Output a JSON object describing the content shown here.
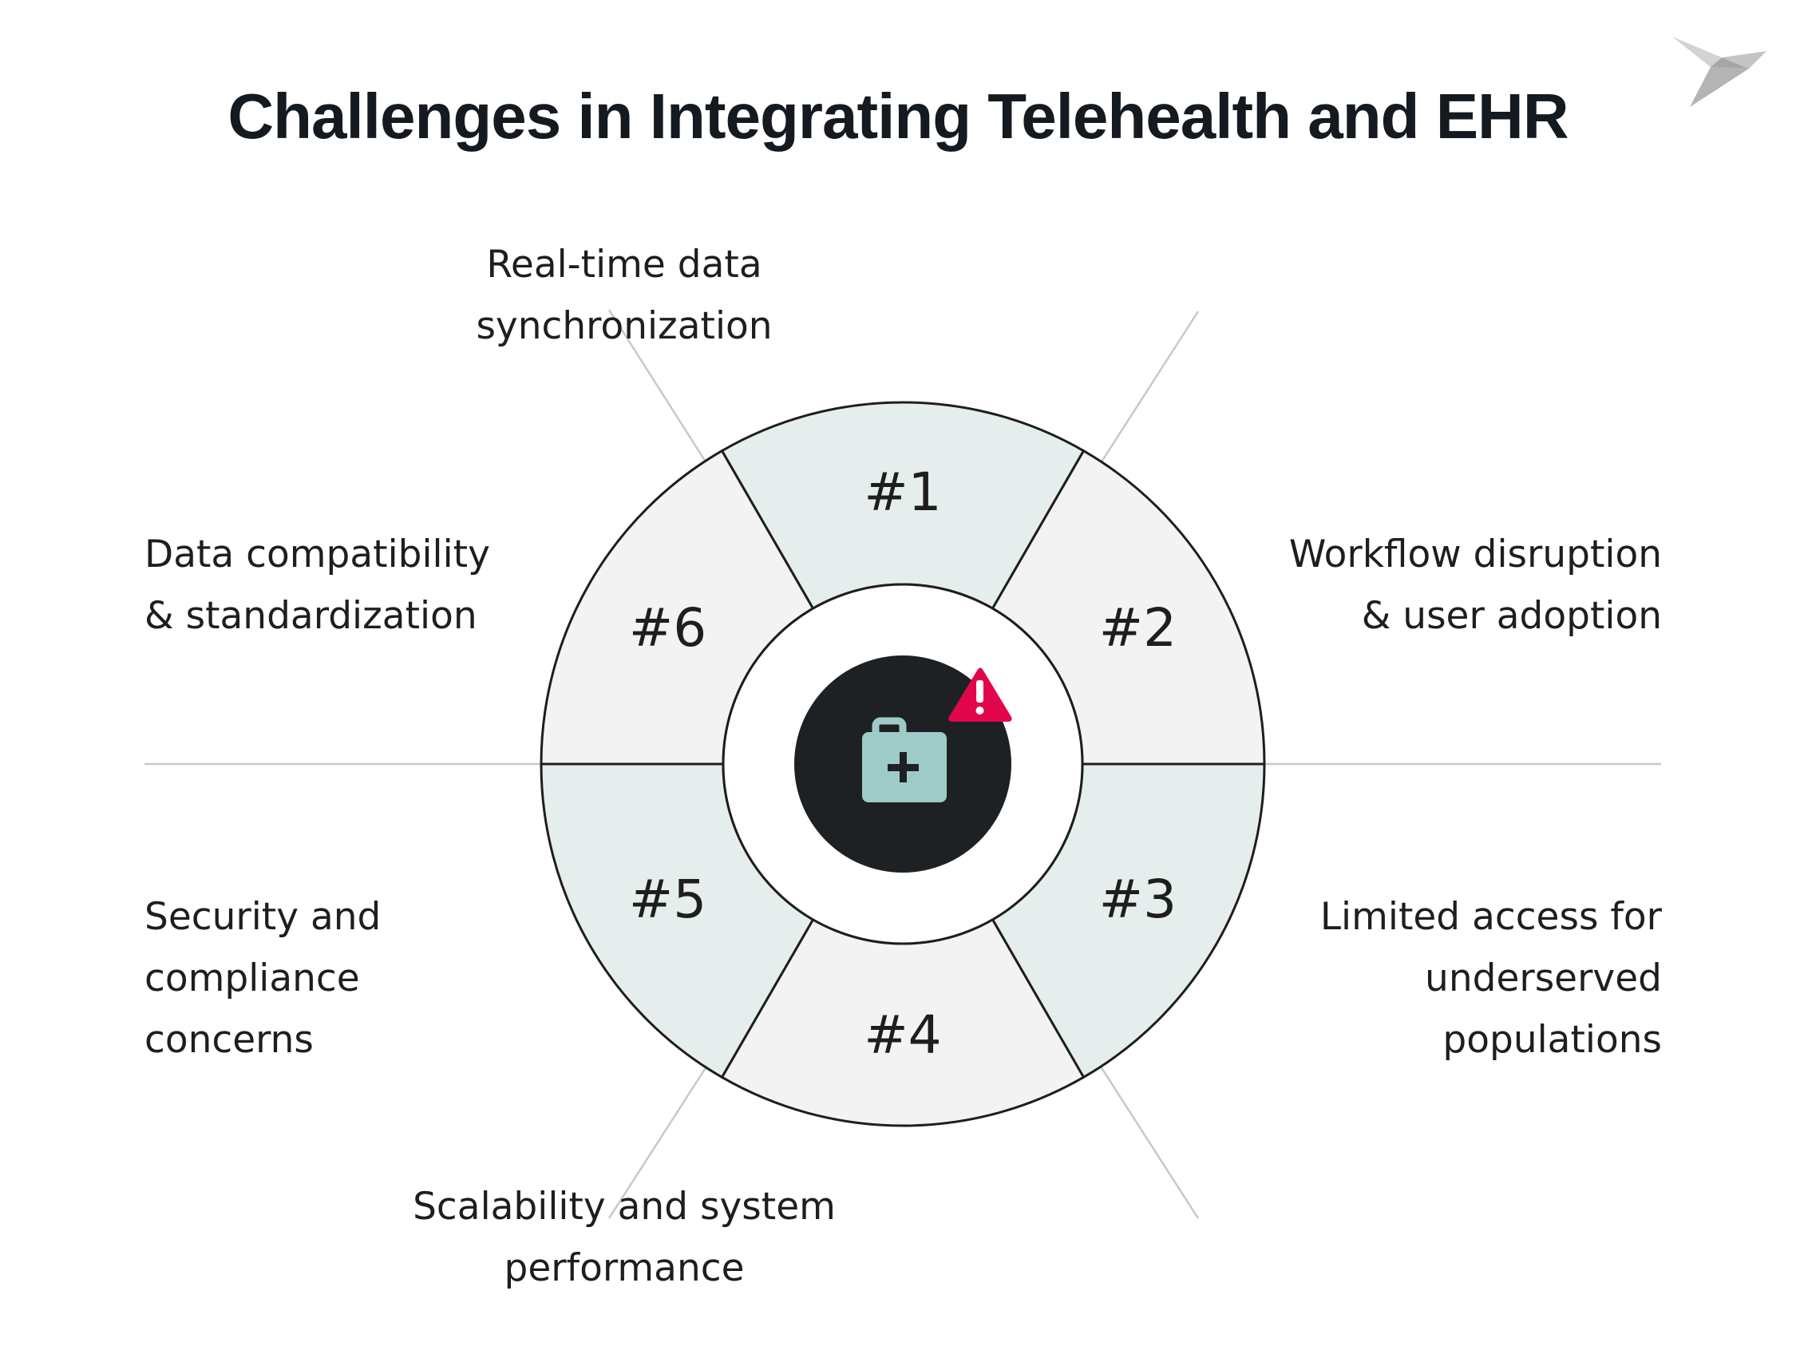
{
  "title": "Challenges in Integrating Telehealth and EHR",
  "colors": {
    "segment_teal": "#e5eeed",
    "segment_gray": "#f3f3f3",
    "outline": "#1e1e1e",
    "divider": "#c8c8c8",
    "center_fill": "#1e2124",
    "kit_icon": "#9ecbc8",
    "warning": "#e2074c"
  },
  "segments": [
    {
      "number": "#1",
      "lines": [
        "Real-time data",
        "synchronization"
      ],
      "fill": "teal"
    },
    {
      "number": "#2",
      "lines": [
        "Workflow disruption",
        "& user adoption"
      ],
      "fill": "gray"
    },
    {
      "number": "#3",
      "lines": [
        "Limited access for",
        "underserved",
        "populations"
      ],
      "fill": "teal"
    },
    {
      "number": "#4",
      "lines": [
        "Scalability and system",
        "performance"
      ],
      "fill": "gray"
    },
    {
      "number": "#5",
      "lines": [
        "Security and",
        "compliance",
        "concerns"
      ],
      "fill": "teal"
    },
    {
      "number": "#6",
      "lines": [
        "Data compatibility",
        "& standardization"
      ],
      "fill": "gray"
    }
  ],
  "center": {
    "icon": "medical-kit-icon",
    "badge_icon": "warning-icon"
  },
  "brand": {
    "icon": "bird-logo-icon"
  }
}
